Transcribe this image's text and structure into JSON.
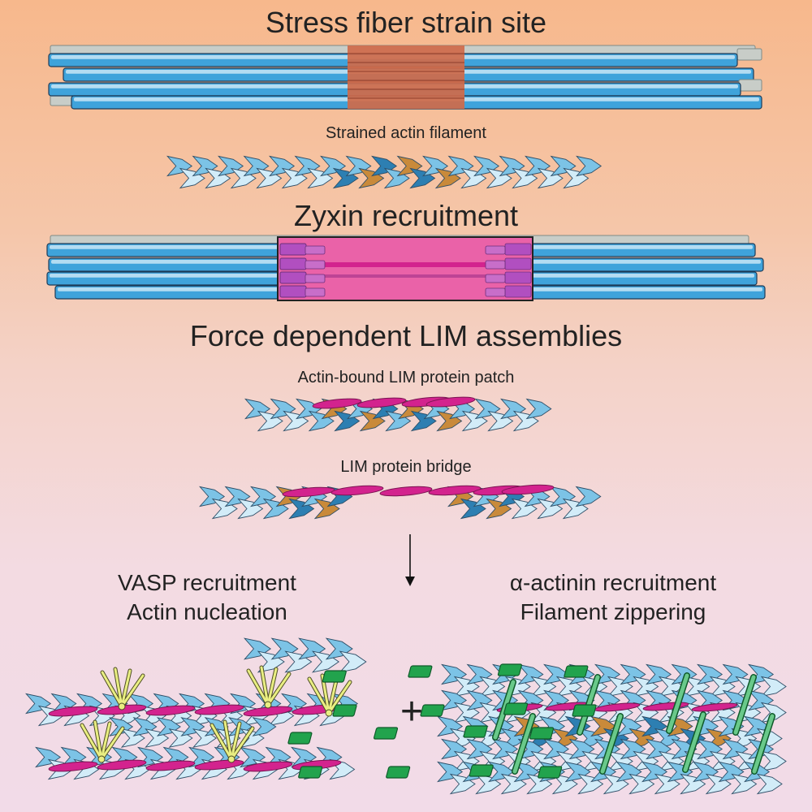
{
  "labels": {
    "strain_site": "Stress fiber strain site",
    "strained_filament": "Strained actin filament",
    "zyxin": "Zyxin recruitment",
    "lim_assemblies": "Force dependent LIM assemblies",
    "lim_patch": "Actin-bound LIM protein patch",
    "lim_bridge": "LIM protein bridge",
    "vasp_line1": "VASP recruitment",
    "vasp_line2": "Actin nucleation",
    "actinin_line1": "α-actinin recruitment",
    "actinin_line2": "Filament zippering",
    "plus": "+"
  },
  "colors": {
    "fiber_blue": "#3fa3db",
    "fiber_light": "#c9e6f6",
    "fiber_end": "#c8cdc8",
    "strain_orange": "#cf6a4a",
    "zyxin_pink": "#ea62a8",
    "zyxin_purple": "#b14fc0",
    "lim_magenta": "#d3238e",
    "actin_blue": "#7cc3e6",
    "actin_pale": "#d2ecf8",
    "actin_orange": "#c98a3a",
    "vasp_yellow": "#e9ee82",
    "actinin_green": "#22a34d"
  }
}
